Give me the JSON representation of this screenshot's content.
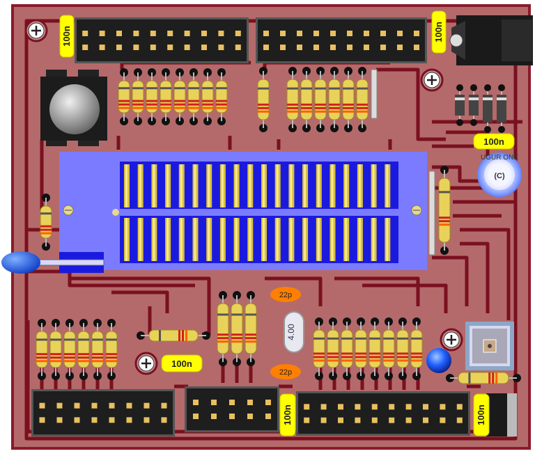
{
  "board": {
    "colors": {
      "pcb": "#b46a6a",
      "border": "#8a1a2a",
      "trace": "#7a1020",
      "header": "#1e1e1e",
      "pin": "#e8c060",
      "zif_body": "#7b7bff",
      "zif_slots": "#1a1adf",
      "resistor": "#e8d25a",
      "cap_label_bg": "#ffff00",
      "small_cap": "#ff8000",
      "led": "#1f6fff"
    },
    "labels": {
      "cap_top_left": "100n",
      "cap_top_right": "100n",
      "cap_right": "100n",
      "cap_bottom_mid": "100n",
      "cap_bottom_center": "100n",
      "cap_bottom_right": "100n",
      "crystal_cap_top": "22p",
      "crystal_cap_bottom": "22p",
      "crystal": "4.00"
    },
    "logo": {
      "text": "UGUR ONE",
      "center": "(C)"
    },
    "icons": {
      "mounting_hole": "mounting-hole-icon",
      "push_button": "push-button-icon",
      "led": "led-icon",
      "potentiometer": "trimmer-icon"
    }
  }
}
